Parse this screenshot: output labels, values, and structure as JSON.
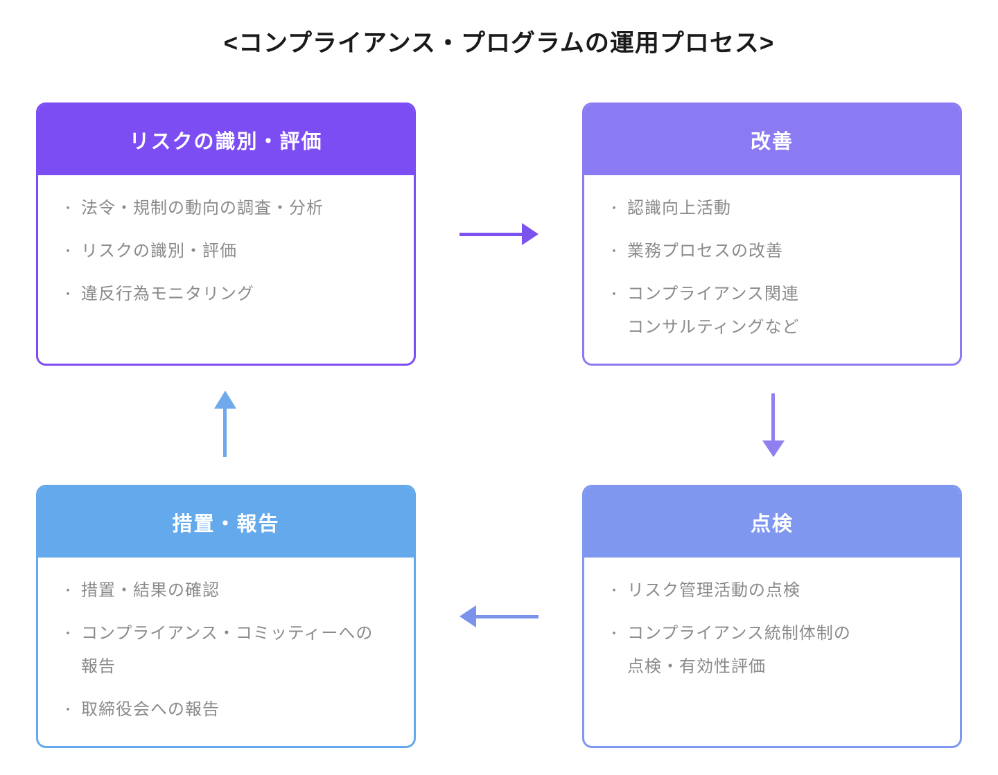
{
  "title": "<コンプライアンス・プログラムの運用プロセス>",
  "bullet_char": "・",
  "colors": {
    "box_risk": "#7c4df3",
    "box_improve": "#8b7bf2",
    "box_inspect": "#7f97ef",
    "box_action": "#64a9ec",
    "arrow_right": "#7b52ee",
    "arrow_down": "#8f80f0",
    "arrow_left": "#7b93eb",
    "arrow_up": "#6fa9ec",
    "body_text": "#8a8a8a",
    "title_text": "#1a1a1a"
  },
  "boxes": [
    {
      "id": "risk-assessment",
      "title": "リスクの識別・評価",
      "items": [
        {
          "text": "法令・規制の動向の調査・分析"
        },
        {
          "text": "リスクの識別・評価"
        },
        {
          "text": "違反行為モニタリング"
        }
      ]
    },
    {
      "id": "improvement",
      "title": "改善",
      "items": [
        {
          "text": "認識向上活動"
        },
        {
          "text": "業務プロセスの改善"
        },
        {
          "text": "コンプライアンス関連\nコンサルティングなど"
        }
      ]
    },
    {
      "id": "inspection",
      "title": "点検",
      "items": [
        {
          "text": "リスク管理活動の点検"
        },
        {
          "text": "コンプライアンス統制体制の\n点検・有効性評価"
        }
      ]
    },
    {
      "id": "action-report",
      "title": "措置・報告",
      "items": [
        {
          "text": "措置・結果の確認"
        },
        {
          "text": "コンプライアンス・コミッティーへの\n報告"
        },
        {
          "text": "取締役会への報告"
        }
      ]
    }
  ]
}
